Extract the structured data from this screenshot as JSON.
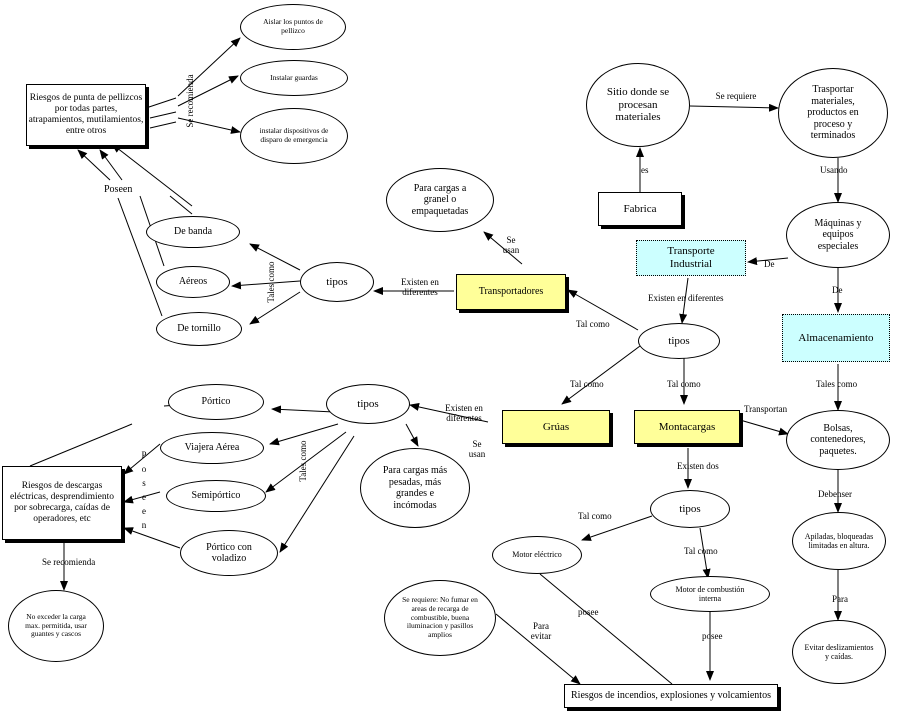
{
  "nodes": {
    "sitio": "Sitio donde se procesan materiales",
    "transportar": "Trasportar materiales, productos en proceso y terminados",
    "fabrica": "Fabrica",
    "maquinas": "Máquinas y equipos especiales",
    "transporte_industrial": "Transporte Industrial",
    "almacenamiento": "Almacenamiento",
    "bolsas": "Bolsas, contenedores, paquetes.",
    "apiladas": "Apiladas, bloqueadas limitadas en altura.",
    "evitar_deslizamientos": "Evitar deslizamientos y caídas.",
    "tipos_center": "tipos",
    "gruas": "Grúas",
    "montacargas": "Montacargas",
    "tipos_mont": "tipos",
    "motor_electrico": "Motor eléctrico",
    "motor_combustion": "Motor de combustión interna",
    "se_requiere_no_fumar": "Se requiere: No fumar en areas de recarga de combustible, buena iluminacion y pasillos amplios",
    "riesgos_incendios": "Riesgos de incendios, explosiones y volcamientos",
    "transportadores": "Transportadores",
    "granel": "Para cargas a granel o empaquetadas",
    "tipos_left": "tipos",
    "de_banda": "De banda",
    "aereos": "Aéreos",
    "de_tornillo": "De tornillo",
    "riesgos_punta": "Riesgos de punta de pellizcos por todas partes, atrapamientos, mutilamientos, entre otros",
    "aislar": "Aislar los puntos de pellizco",
    "instalar_guardas": "Instalar guardas",
    "instalar_dispositivos": "instalar dispositivos de disparo de emergencia",
    "tipos_gruas": "tipos",
    "cargas_pesadas": "Para cargas más pesadas, más grandes e incómodas",
    "portico": "Pórtico",
    "viajera": "Viajera Aérea",
    "semiportico": "Semipórtico",
    "portico_voladizo": "Pórtico con voladizo",
    "riesgos_descargas": "Riesgos de descargas eléctricas, desprendimiento por sobrecarga, caídas de operadores, etc",
    "no_exceder": "No exceder la carga max. permitida, usar guantes y cascos"
  },
  "links": {
    "se_requiere": "Se requiere",
    "usando": "Usando",
    "es": "es",
    "de_1": "De",
    "de_2": "De",
    "existen_diferentes_1": "Existen en diferentes",
    "tales_como_1": "Tales como",
    "debenser": "Debenser",
    "para": "Para",
    "tal_como_1": "Tal como",
    "tal_como_2": "Tal como",
    "tal_como_3": "Tal como",
    "transportan": "Transportan",
    "existen_dos": "Existen dos",
    "tal_como_4": "Tal como",
    "tal_como_5": "Tal como",
    "posee_1": "posee",
    "posee_2": "posee",
    "para_evitar": "Para evitar",
    "se_usan_1": "Se usan",
    "existen_diferentes_2": "Existen en diferentes",
    "tales_como_2": "Tales como",
    "poseen": "Poseen",
    "se_recomienda_1": "Se recomienda",
    "existen_diferentes_3": "Existen en diferentes",
    "se_usan_2": "Se usan",
    "tales_como_3": "Tales como",
    "posee_vert": "P o s e e n",
    "se_recomienda_2": "Se recomienda"
  }
}
